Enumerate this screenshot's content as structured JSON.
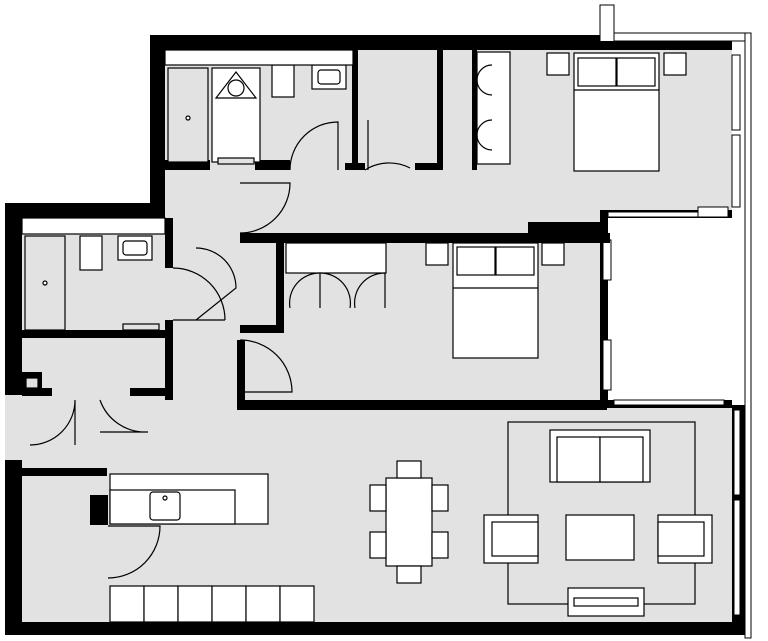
{
  "colors": {
    "floor": "#e2e2e2",
    "wall": "#000000",
    "furniture": "#ffffff",
    "background": "#ffffff"
  },
  "plan": {
    "rooms": [
      "bedroom-1",
      "bedroom-2",
      "bathroom-1",
      "bathroom-2",
      "hallway",
      "kitchen-living-dining",
      "balcony"
    ]
  }
}
